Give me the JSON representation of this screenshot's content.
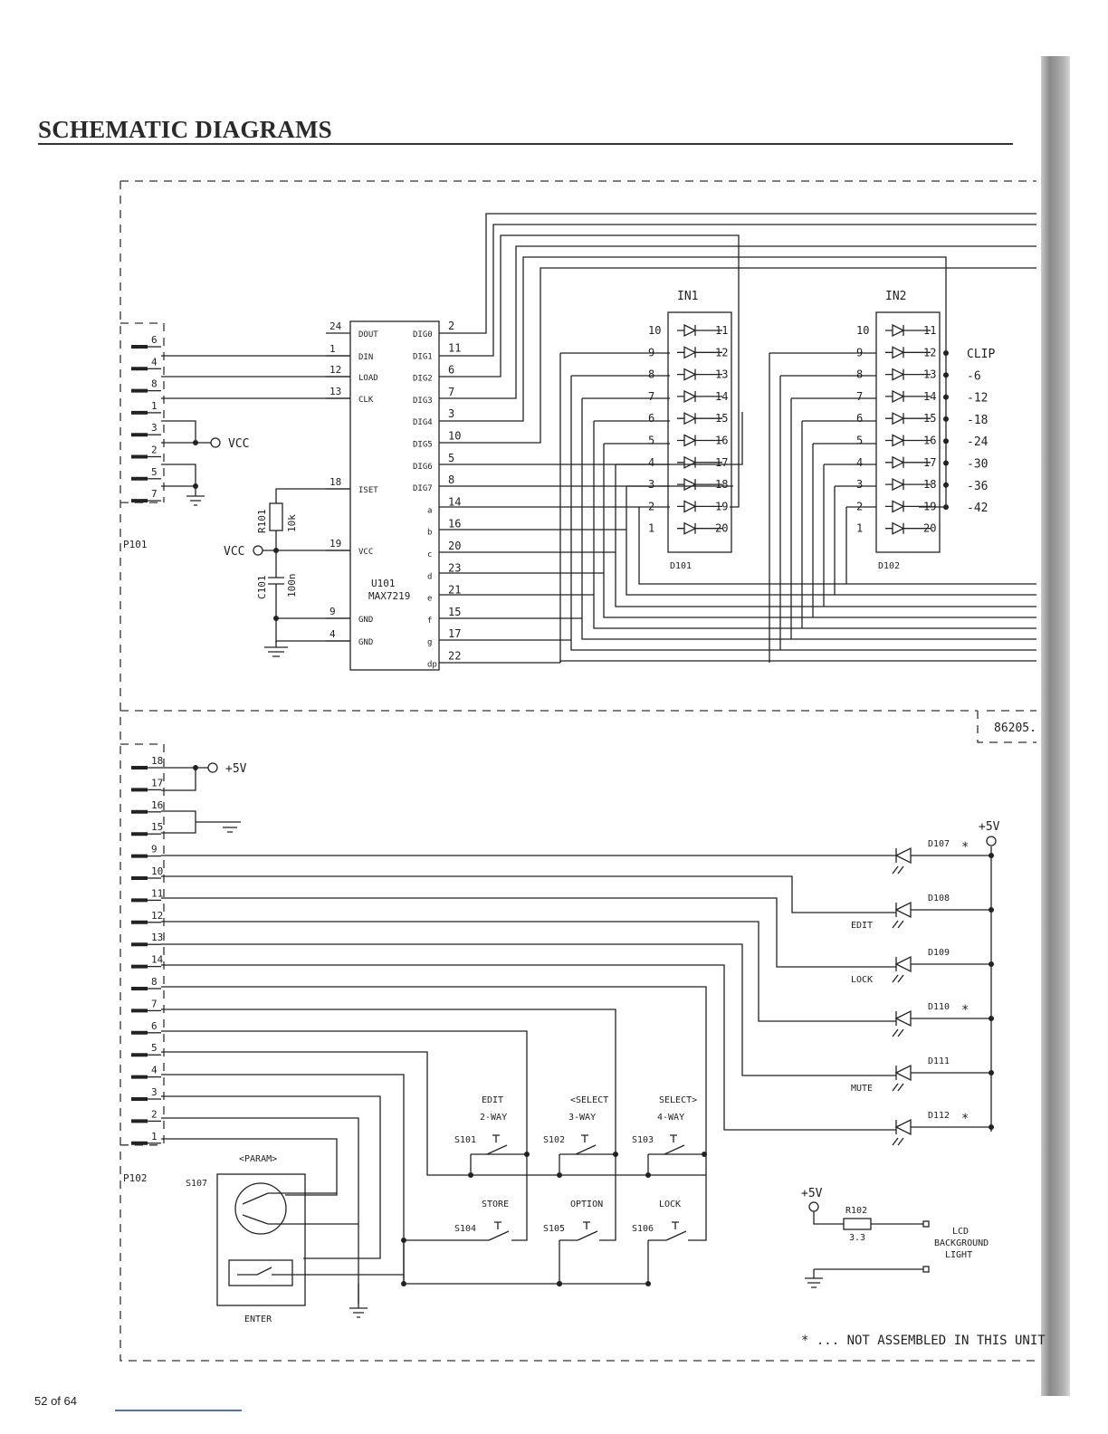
{
  "page": {
    "title": "SCHEMATIC DIAGRAMS",
    "footer": "52 of 64"
  },
  "upper_board": {
    "connector": {
      "ref": "P101",
      "pins": [
        "6",
        "4",
        "8",
        "1",
        "3",
        "2",
        "5",
        "7"
      ]
    },
    "vcc_label": "VCC",
    "ic": {
      "ref": "U101",
      "part": "MAX7219",
      "left_pins": [
        {
          "num": "24",
          "name": "DOUT"
        },
        {
          "num": "1",
          "name": "DIN"
        },
        {
          "num": "12",
          "name": "LOAD"
        },
        {
          "num": "13",
          "name": "CLK"
        },
        {
          "num": "18",
          "name": "ISET"
        },
        {
          "num": "19",
          "name": "VCC"
        },
        {
          "num": "9",
          "name": "GND"
        },
        {
          "num": "4",
          "name": "GND"
        }
      ],
      "right_pins": [
        {
          "num": "2",
          "name": "DIG0"
        },
        {
          "num": "11",
          "name": "DIG1"
        },
        {
          "num": "6",
          "name": "DIG2"
        },
        {
          "num": "7",
          "name": "DIG3"
        },
        {
          "num": "3",
          "name": "DIG4"
        },
        {
          "num": "10",
          "name": "DIG5"
        },
        {
          "num": "5",
          "name": "DIG6"
        },
        {
          "num": "8",
          "name": "DIG7"
        },
        {
          "num": "14",
          "name": "a"
        },
        {
          "num": "16",
          "name": "b"
        },
        {
          "num": "20",
          "name": "c"
        },
        {
          "num": "23",
          "name": "d"
        },
        {
          "num": "21",
          "name": "e"
        },
        {
          "num": "15",
          "name": "f"
        },
        {
          "num": "17",
          "name": "g"
        },
        {
          "num": "22",
          "name": "dp"
        }
      ]
    },
    "resistor": {
      "ref": "R101",
      "value": "10k"
    },
    "capacitor": {
      "ref": "C101",
      "value": "100n"
    },
    "bargraphs": [
      {
        "name": "IN1",
        "ref": "D101",
        "left_pins": [
          "10",
          "9",
          "8",
          "7",
          "6",
          "5",
          "4",
          "3",
          "2",
          "1"
        ],
        "right_pins": [
          "11",
          "12",
          "13",
          "14",
          "15",
          "16",
          "17",
          "18",
          "19",
          "20"
        ]
      },
      {
        "name": "IN2",
        "ref": "D102",
        "left_pins": [
          "10",
          "9",
          "8",
          "7",
          "6",
          "5",
          "4",
          "3",
          "2",
          "1"
        ],
        "right_pins": [
          "11",
          "12",
          "13",
          "14",
          "15",
          "16",
          "17",
          "18",
          "19",
          "20"
        ]
      }
    ],
    "level_labels": [
      "CLIP",
      "-6",
      "-12",
      "-18",
      "-24",
      "-30",
      "-36",
      "-42"
    ],
    "board_number": "86205."
  },
  "lower_board": {
    "connector": {
      "ref": "P102",
      "pins": [
        "18",
        "17",
        "16",
        "15",
        "9",
        "10",
        "11",
        "12",
        "13",
        "14",
        "8",
        "7",
        "6",
        "5",
        "4",
        "3",
        "2",
        "1"
      ]
    },
    "supply_label": "+5V",
    "leds": [
      {
        "ref": "D107",
        "label": "",
        "star": "*"
      },
      {
        "ref": "D108",
        "label": "EDIT",
        "star": ""
      },
      {
        "ref": "D109",
        "label": "LOCK",
        "star": ""
      },
      {
        "ref": "D110",
        "label": "",
        "star": "*"
      },
      {
        "ref": "D111",
        "label": "MUTE",
        "star": ""
      },
      {
        "ref": "D112",
        "label": "",
        "star": "*"
      }
    ],
    "switches_top": [
      {
        "ref": "S101",
        "label1": "EDIT",
        "label2": "2-WAY"
      },
      {
        "ref": "S102",
        "label1": "<SELECT",
        "label2": "3-WAY"
      },
      {
        "ref": "S103",
        "label1": "SELECT>",
        "label2": "4-WAY"
      }
    ],
    "switches_bottom": [
      {
        "ref": "S104",
        "label": "STORE"
      },
      {
        "ref": "S105",
        "label": "OPTION"
      },
      {
        "ref": "S106",
        "label": "LOCK"
      }
    ],
    "encoder": {
      "ref": "S107",
      "top_label": "<PARAM>",
      "bottom_label": "ENTER"
    },
    "backlight": {
      "supply": "+5V",
      "resistor_ref": "R102",
      "resistor_value": "3.3",
      "label_lines": [
        "LCD",
        "BACKGROUND",
        "LIGHT"
      ]
    },
    "note": "* ... NOT ASSEMBLED IN THIS UNIT"
  }
}
